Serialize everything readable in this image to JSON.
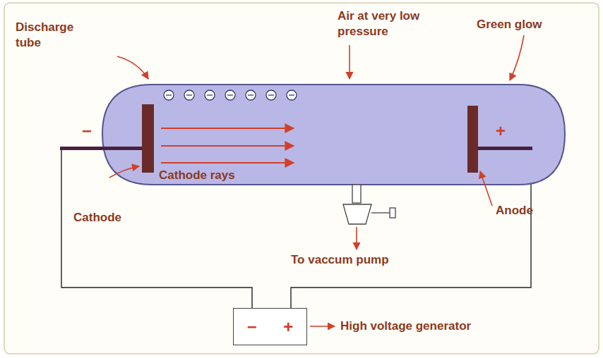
{
  "diagram": {
    "nodes": [
      {
        "text": [
          "−",
          "+"
        ]
      }
    ],
    "labels": [
      "Discharge tube",
      "Air at very low pressure",
      "Green glow",
      "−",
      "+",
      "Cathode rays",
      "Cathode",
      "Anode",
      "To vaccum pump",
      "High voltage generator"
    ]
  }
}
